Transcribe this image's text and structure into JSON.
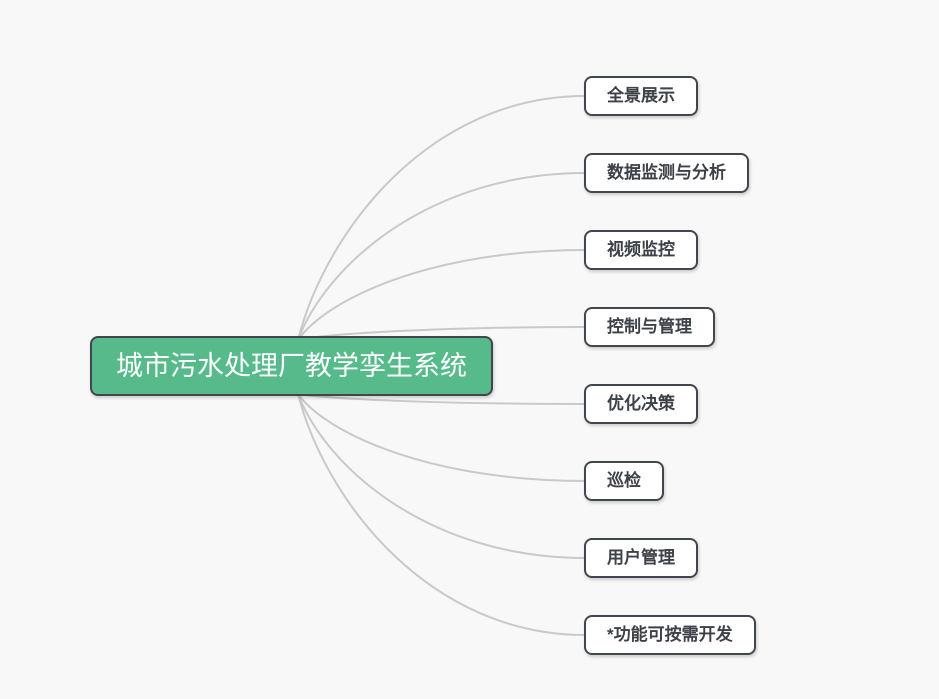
{
  "root": {
    "label": "城市污水处理厂教学孪生系统"
  },
  "branches": [
    {
      "label": "全景展示"
    },
    {
      "label": "数据监测与分析"
    },
    {
      "label": "视频监控"
    },
    {
      "label": "控制与管理"
    },
    {
      "label": "优化决策"
    },
    {
      "label": "巡检"
    },
    {
      "label": "用户管理"
    },
    {
      "label": "*功能可按需开发"
    }
  ],
  "colors": {
    "background": "#f8f8f8",
    "connector": "#c9c9c9",
    "node_border": "#42464e",
    "node_fill": "#ffffff",
    "node_text": "#3d4148",
    "root_fill": "#56ba8b",
    "root_text": "#ffffff"
  }
}
